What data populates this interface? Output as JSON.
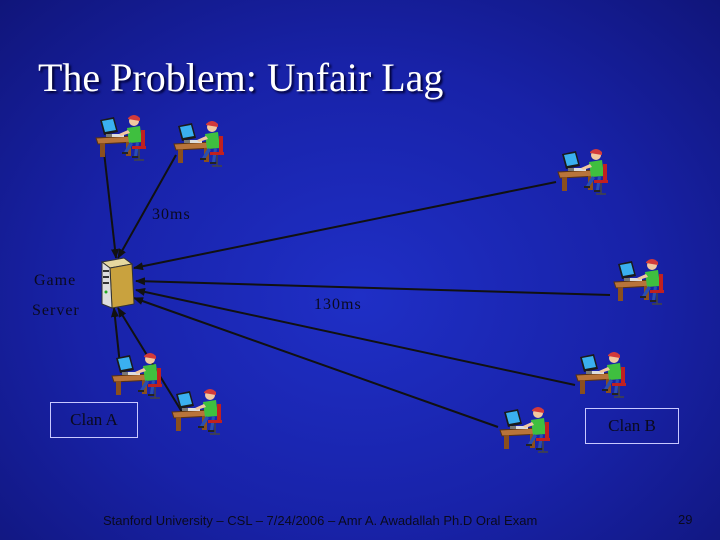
{
  "slide": {
    "title": "The Problem: Unfair Lag",
    "server_label_line1": "Game",
    "server_label_line2": "Server",
    "latency_near": "30ms",
    "latency_far": "130ms",
    "clan_a": "Clan A",
    "clan_b": "Clan B",
    "footer": "Stanford University – CSL – 7/24/2006 – Amr A. Awadallah Ph.D Oral Exam",
    "page_number": "29"
  },
  "icons": {
    "server": "server-tower-icon",
    "player": "gamer-at-computer-icon"
  },
  "colors": {
    "background": "#1a24b4",
    "arrow": "#111111",
    "title_text": "#ffffff",
    "label_text": "#0a0a1e"
  }
}
